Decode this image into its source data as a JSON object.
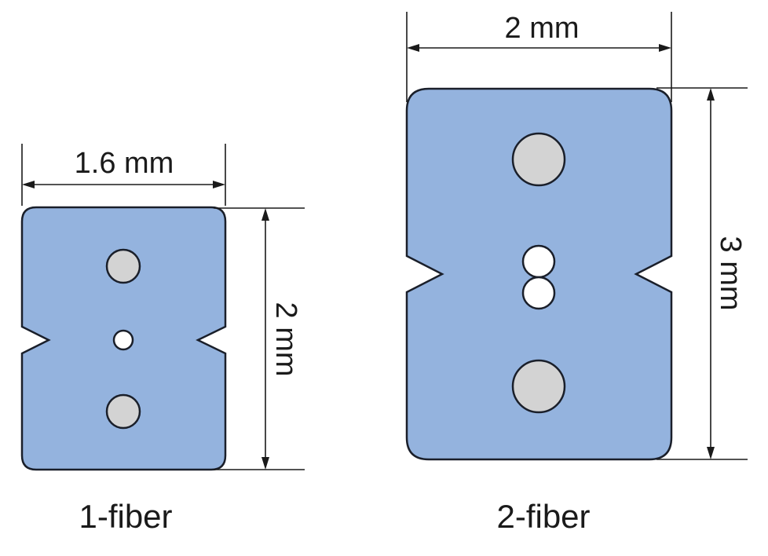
{
  "cables": [
    {
      "label": "1-fiber",
      "width_label": "1.6 mm",
      "height_label": "2 mm",
      "fiber_count": 1
    },
    {
      "label": "2-fiber",
      "width_label": "2 mm",
      "height_label": "3 mm",
      "fiber_count": 2
    }
  ],
  "colors": {
    "jacket": "#94b3de",
    "strength_member": "#d3d3d3",
    "fiber": "#ffffff",
    "outline": "#1a1f2a"
  }
}
